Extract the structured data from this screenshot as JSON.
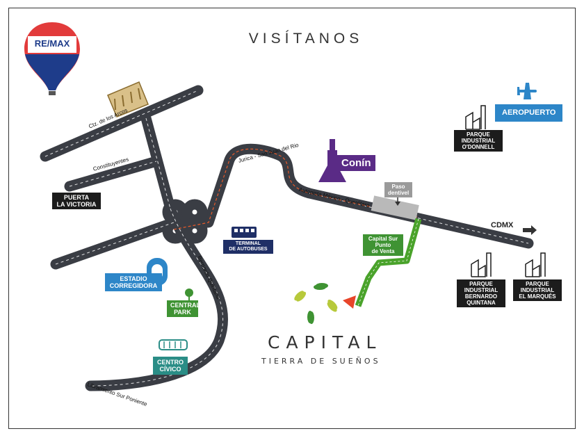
{
  "header": {
    "title": "VISÍTANOS"
  },
  "logo": {
    "text": "RE/MAX"
  },
  "brand": {
    "name": "CAPITAL",
    "tagline": "TIERRA DE SUEÑOS"
  },
  "roads": {
    "arcos": "Ctz. de los Arcos",
    "constituyentes": "Constituyentes",
    "jurica": "Jurica - San Juan del Rio",
    "autopista": "Autopista México - Querétaro",
    "bernardo": "Bernardo Quintana",
    "libramiento": "Libramiento Sur Poniente"
  },
  "places": {
    "puerta": "PUERTA\nLA VICTORIA",
    "terminal": "TERMINAL\nDE AUTOBUSES",
    "estadio": "ESTADIO\nCORREGIDORA",
    "central_park": "CENTRAL\nPARK",
    "centro_civico": "CENTRO\nCÍVICO",
    "conin": "Conín",
    "paso": "Paso\ndentivel",
    "capital_sur": "Capital Sur\nPunto\nde Venta",
    "aeropuerto": "AEROPUERTO",
    "pi_odonnell": "PARQUE\nINDUSTRIAL\nO'DONNELL",
    "pi_bernardo": "PARQUE\nINDUSTRIAL\nBERNARDO\nQUINTANA",
    "pi_marques": "PARQUE\nINDUSTRIAL\nEL MARQUÉS",
    "cdmx": "CDMX"
  },
  "colors": {
    "road": "#3a3d44",
    "route": "#4aa32b",
    "black": "#1c1c1c",
    "navy": "#1f2f66",
    "blue": "#2d86c8",
    "teal": "#2a8d86",
    "green": "#3f9333",
    "purple": "#5a2b86"
  },
  "icons": [
    "hot-air-balloon-icon",
    "aqueduct-icon",
    "monument-icon",
    "bus-icon",
    "stadium-icon",
    "tree-icon",
    "building-icon",
    "factory-icon",
    "airplane-icon",
    "arrow-right-icon",
    "arrow-down-icon",
    "location-marker-icon",
    "leaf-spiral-icon"
  ]
}
